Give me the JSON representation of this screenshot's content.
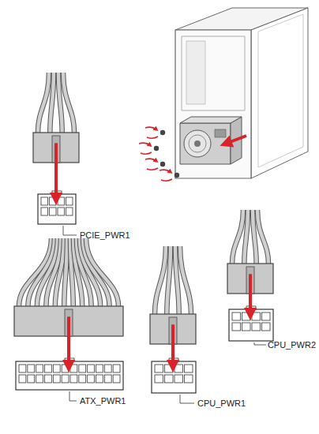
{
  "diagram": {
    "labels": [
      "PCIE_PWR1",
      "ATX_PWR1",
      "CPU_PWR1",
      "CPU_PWR2"
    ]
  }
}
